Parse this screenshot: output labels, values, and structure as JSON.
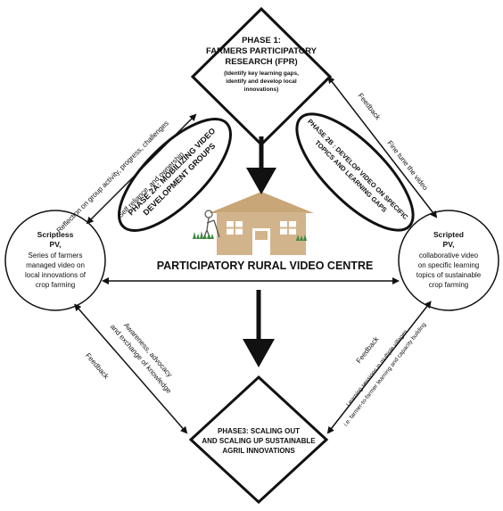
{
  "phase1": {
    "title_line1": "PHASE 1:",
    "title_line2": "FARMERS PARTICIPATORY",
    "title_line3": "RESEARCH (FPR)",
    "desc_line1": "(Identify key learning gaps,",
    "desc_line2": "identify and develop local",
    "desc_line3": "innovations)"
  },
  "phase2a": {
    "line1": "PHASE 2A: MOBILIZING VIDEO",
    "line2": "DEVELOPMENT GROUPS"
  },
  "phase2b": {
    "line1": "PHASE 2B : DEVELOP VIDEO ON SPECIFIC",
    "line2": "TOPICS AND LEARNING GAPS"
  },
  "centre": {
    "title": "PARTICIPATORY RURAL VIDEO CENTRE"
  },
  "scriptless": {
    "title_line1": "Scriptless",
    "title_line2": "PV,",
    "line1": "Series of farmers",
    "line2": "managed video on",
    "line3": "local innovations of",
    "line4": "crop farming"
  },
  "scripted": {
    "title_line1": "Scripted",
    "title_line2": "PV,",
    "line1": "collaborative video",
    "line2": "on specific learning",
    "line3": "topics of sustainable",
    "line4": "crop farming"
  },
  "phase3": {
    "line1": "PHASE3: SCALING OUT",
    "line2": "AND SCALING UP SUSTAINABLE",
    "line3": "AGRIL INNOVATIONS"
  },
  "labels": {
    "reflection": "Reflection on group activity, progress, challenges",
    "self_reliance": "Self reliance, and ownership",
    "feedback_top_right": "Feedback",
    "fine_tune": "Fine tune the video",
    "awareness_line1": "Awareness, advocacy",
    "awareness_line2": "and exchange of knowledge",
    "feedback_bottom_left": "Feedback",
    "feedback_bottom_right": "Feedback",
    "learning_line1": "Learning sessions in multiple villages",
    "learning_line2": "i.e. farmer-to-farmer learning and capacity building"
  },
  "colors": {
    "house_wall": "#d2b48c",
    "house_roof": "#c8a678",
    "grass": "#3a8a3a",
    "ink": "#111111"
  },
  "icons": {
    "house": "house-icon",
    "farmer": "farmer-figure-icon"
  }
}
